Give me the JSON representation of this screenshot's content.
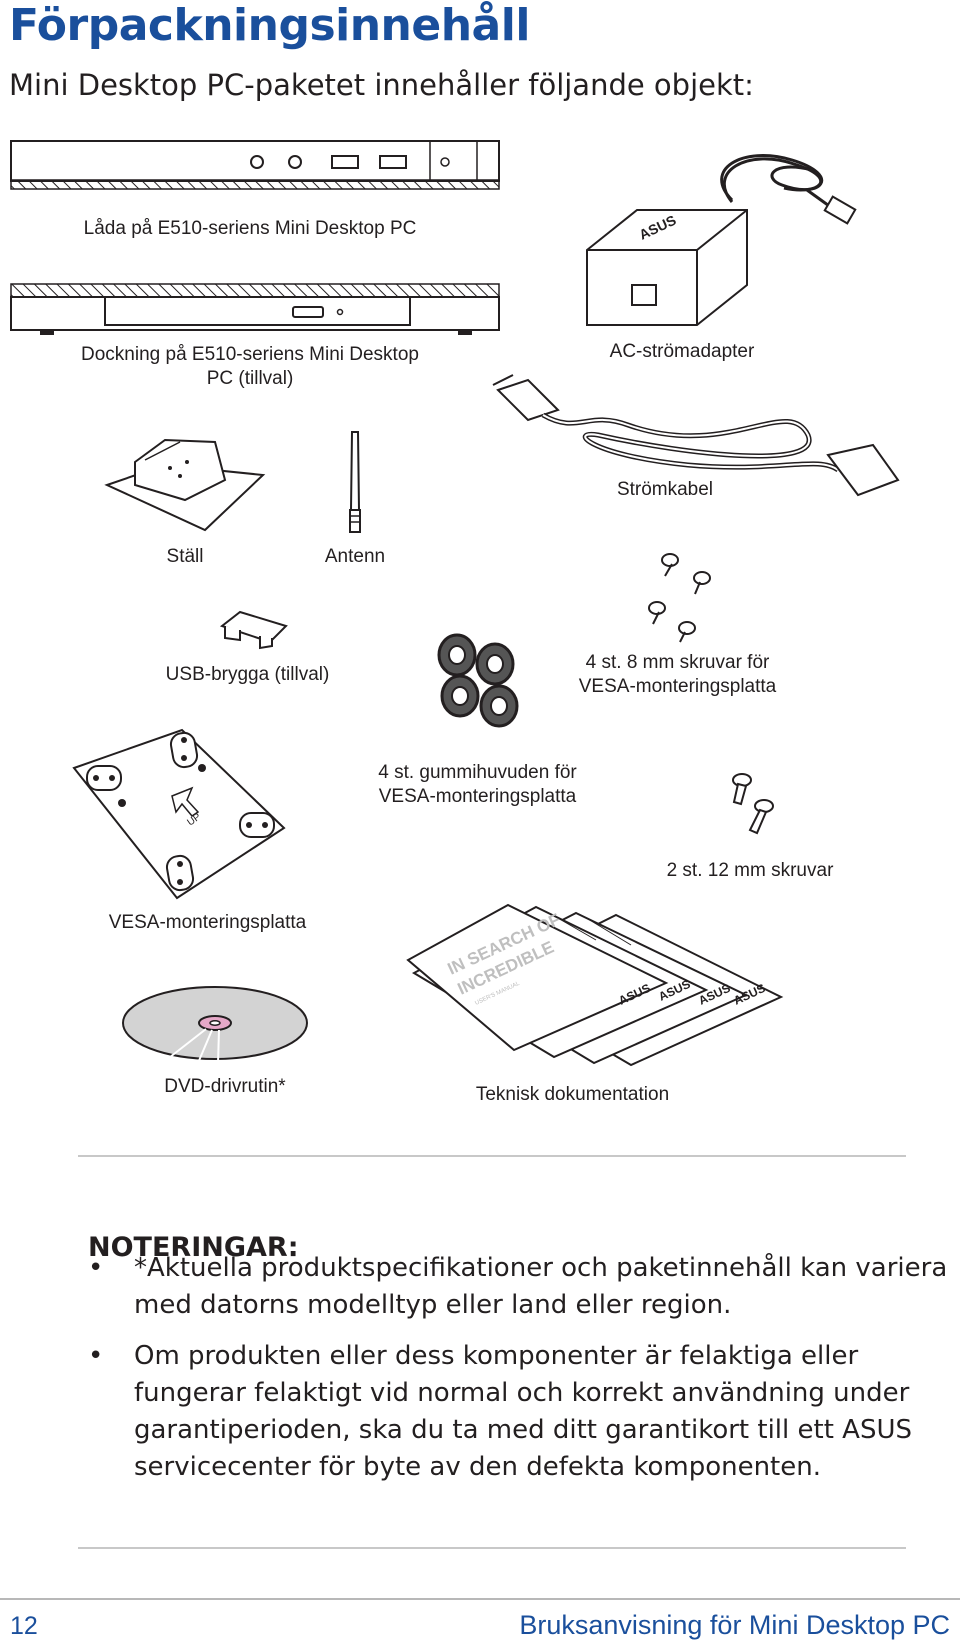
{
  "title": "Förpackningsinnehåll",
  "subtitle": "Mini Desktop PC-paketet innehåller följande objekt:",
  "items": [
    {
      "label": "Låda på E510-seriens Mini Desktop PC"
    },
    {
      "label": "Dockning på E510-seriens Mini Desktop PC (tillval)"
    },
    {
      "label": "AC-strömadapter"
    },
    {
      "label": "Strömkabel"
    },
    {
      "label": "Ställ"
    },
    {
      "label": "Antenn"
    },
    {
      "label": "USB-brygga (tillval)"
    },
    {
      "label": "4 st. 8 mm skruvar för VESA-monteringsplatta"
    },
    {
      "label": "4 st. gummihuvuden för VESA-monteringsplatta"
    },
    {
      "label": "2 st. 12 mm skruvar"
    },
    {
      "label": "VESA-monteringsplatta"
    },
    {
      "label": "DVD-drivrutin*"
    },
    {
      "label": "Teknisk dokumentation"
    }
  ],
  "booklet": {
    "cover_line1": "IN SEARCH OF",
    "cover_line2": "INCREDIBLE",
    "cover_small": "USER'S MANUAL",
    "brand": "ASUS"
  },
  "vesa_plate_mark": "UP",
  "notes": {
    "heading": "NOTERINGAR:",
    "bullets": [
      {
        "symbol": "•",
        "text": "*Aktuella produktspecifikationer och paketinnehåll kan variera med datorns modelltyp eller land eller region."
      },
      {
        "symbol": "•",
        "text": "Om produkten eller dess komponenter är felaktiga eller fungerar felaktigt vid normal och korrekt användning under garantiperioden, ska du ta med ditt garantikort till ett ASUS servicecenter för byte av den defekta komponenten."
      }
    ]
  },
  "footer": {
    "page_number": "12",
    "manual_title": "Bruksanvisning för Mini Desktop PC"
  },
  "colors": {
    "accent": "#1a4f9c",
    "text": "#231f20",
    "rule": "#c8c8c8"
  }
}
